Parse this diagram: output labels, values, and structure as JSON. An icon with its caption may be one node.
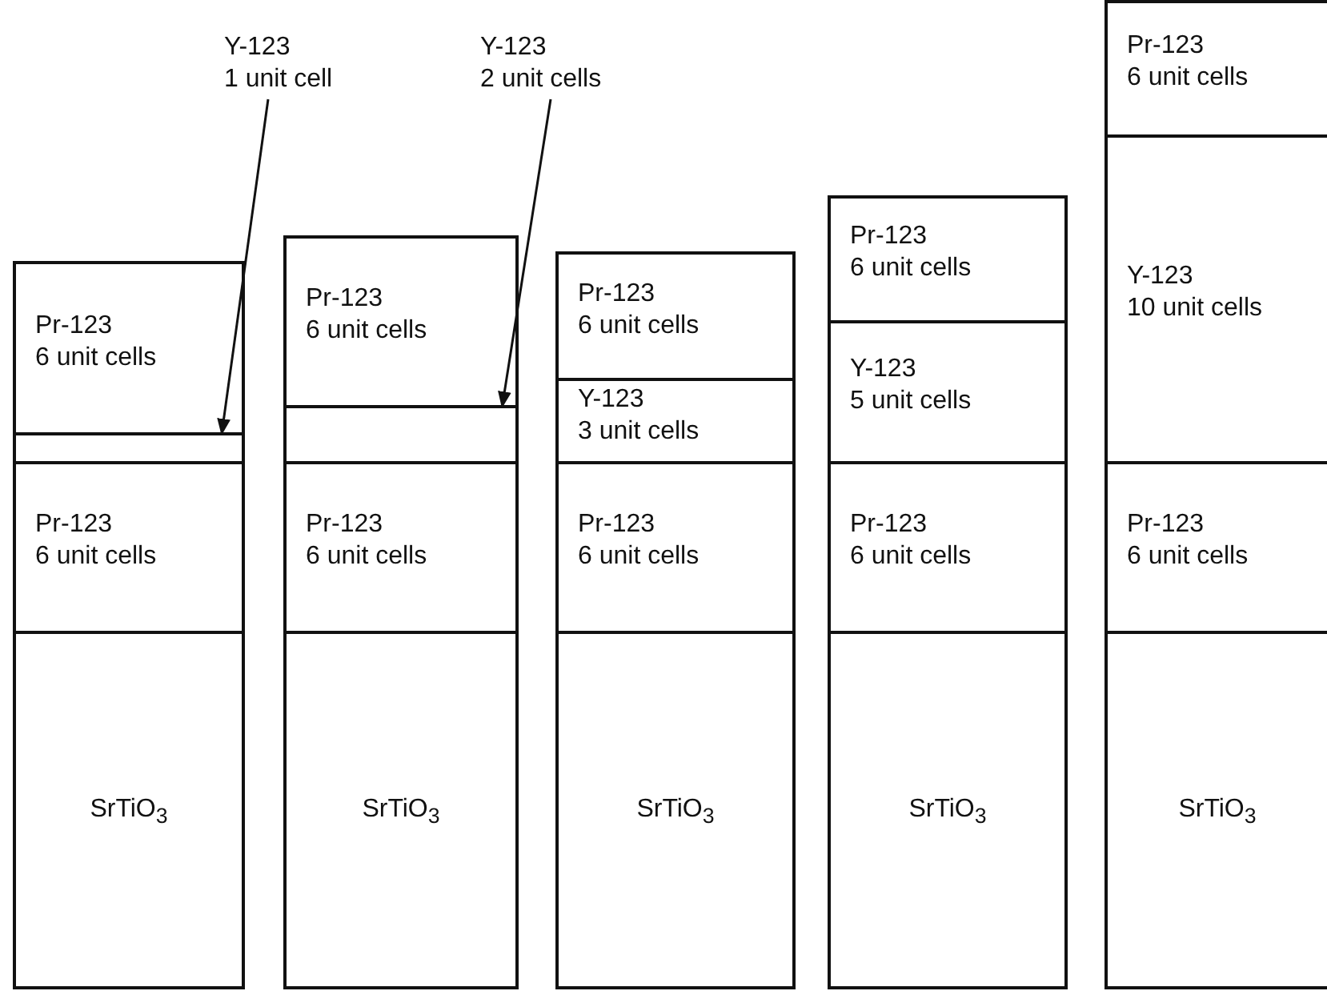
{
  "diagram": {
    "nodes": [
      {
        "text": [
          "Y-123 1 unit cell"
        ]
      },
      {
        "text": [
          "Y-123 2 unit cells"
        ]
      },
      {
        "text": [
          "Pr-123 6 unit cells"
        ]
      },
      {
        "text": [],
        "shape": "box"
      },
      {
        "text": [
          "Pr-123 6 unit cells"
        ]
      },
      {
        "text": [
          "SrTiO$_{3}$"
        ]
      },
      {
        "text": [
          "Pr-123 6 unit cells"
        ]
      },
      {
        "text": [],
        "shape": "box"
      },
      {
        "text": [
          "Pr-123 6 unit cells"
        ]
      },
      {
        "text": [
          "SrTiO$_{3}$"
        ]
      },
      {
        "text": [
          "Pr-123 6 unit cells"
        ]
      },
      {
        "text": [
          "Y-123 3 unit cells"
        ]
      },
      {
        "text": [
          "Pr-123 6 unit cells"
        ]
      },
      {
        "text": [
          "SrTiO$_{3}$"
        ]
      },
      {
        "text": [
          "Pr-123 6 unit cells"
        ]
      },
      {
        "text": [
          "Y-123 5 unit cells"
        ]
      },
      {
        "text": [
          "Pr-123 6 unit cells"
        ]
      },
      {
        "text": [
          "SrTiO$_{3}$"
        ]
      },
      {
        "text": [
          "Pr-123 6 unit cells"
        ]
      },
      {
        "text": [
          "Y-123 10 unit cells"
        ]
      },
      {
        "text": [
          "Pr-123 6 unit cells"
        ]
      },
      {
        "text": [
          "SrTiO$_{3}$"
        ]
      }
    ],
    "edges": [
      {
        "from": 0,
        "to": 3,
        "arrow": "to"
      },
      {
        "from": 1,
        "to": 7,
        "arrow": "to"
      }
    ]
  }
}
